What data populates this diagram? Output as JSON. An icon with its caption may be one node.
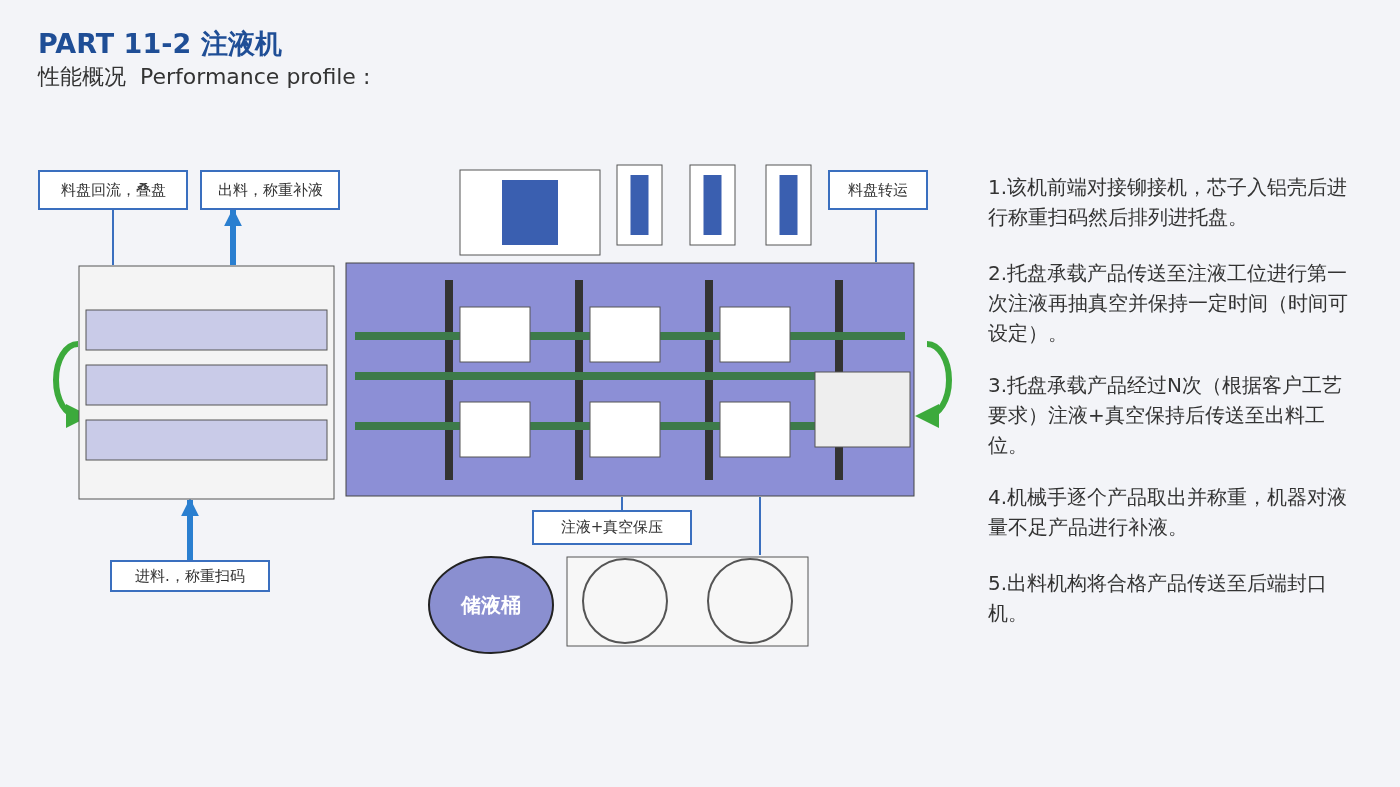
{
  "diagram": {
    "title": "PART 11-2 注液机",
    "nodes": [
      {
        "text": [
          "料盘回流，叠盘"
        ]
      },
      {
        "text": [
          "出料，称重补液"
        ]
      },
      {
        "text": [
          "料盘转运"
        ]
      },
      {
        "text": [],
        "shape": "picture"
      },
      {
        "text": [],
        "shape": "picture"
      },
      {
        "text": [
          "注液+真空保压"
        ]
      },
      {
        "text": [
          "进料.，称重扫码"
        ]
      },
      {
        "text": [
          "储液桶"
        ]
      },
      {
        "text": [],
        "shape": "picture"
      }
    ],
    "edges": [
      {
        "from": 0,
        "to": 3,
        "arrow": "none"
      },
      {
        "from": 3,
        "to": 1,
        "arrow": "to",
        "style": "thick"
      },
      {
        "from": 2,
        "to": 4,
        "arrow": "none"
      },
      {
        "from": 5,
        "to": 4,
        "arrow": "none"
      },
      {
        "from": 6,
        "to": 3,
        "arrow": "to",
        "style": "thick"
      },
      {
        "from": 4,
        "to": 8,
        "arrow": "none"
      }
    ],
    "labels": [
      "性能概况  Performance profile :",
      "1.该机前端对接铆接机，芯子入铝壳后进行称重扫码然后排列进托盘。",
      "2.托盘承载产品传送至注液工位进行第一次注液再抽真空并保持一定时间（时间可设定）。",
      "3.托盘承载产品经过N次（根据客户工艺要求）注液+真空保持后传送至出料工位。",
      "4.机械手逐个产品取出并称重，机器对液量不足产品进行补液。",
      "5.出料机构将合格产品传送至后端封口机。"
    ]
  }
}
